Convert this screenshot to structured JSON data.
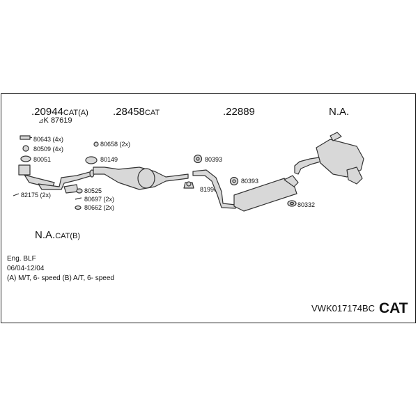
{
  "header_parts": [
    {
      "number": ".20944",
      "suffix": "CAT(A)"
    },
    {
      "number": ".28458",
      "suffix": "CAT"
    },
    {
      "number": ".22889",
      "suffix": ""
    },
    {
      "number": "N.A.",
      "suffix": ""
    }
  ],
  "sub_part": "K 87619",
  "small_parts": [
    "80643 (4x)",
    "80509 (4x)",
    "80051",
    "82175 (2x)",
    "80658 (2x)",
    "80149",
    "80525",
    "80697 (2x)",
    "80662 (2x)",
    "80393",
    "80393",
    "81990",
    "80332"
  ],
  "lower_part": {
    "number": "N.A.",
    "suffix": "CAT(B)"
  },
  "notes": [
    "Eng. BLF",
    "06/04-12/04",
    "(A) M/T, 6- speed (B) A/T, 6- speed"
  ],
  "kit_code": "VWK017174BC",
  "badge": "CAT",
  "colors": {
    "frame": "#222222",
    "part_fill": "#d8d8d8",
    "part_stroke": "#333333"
  }
}
